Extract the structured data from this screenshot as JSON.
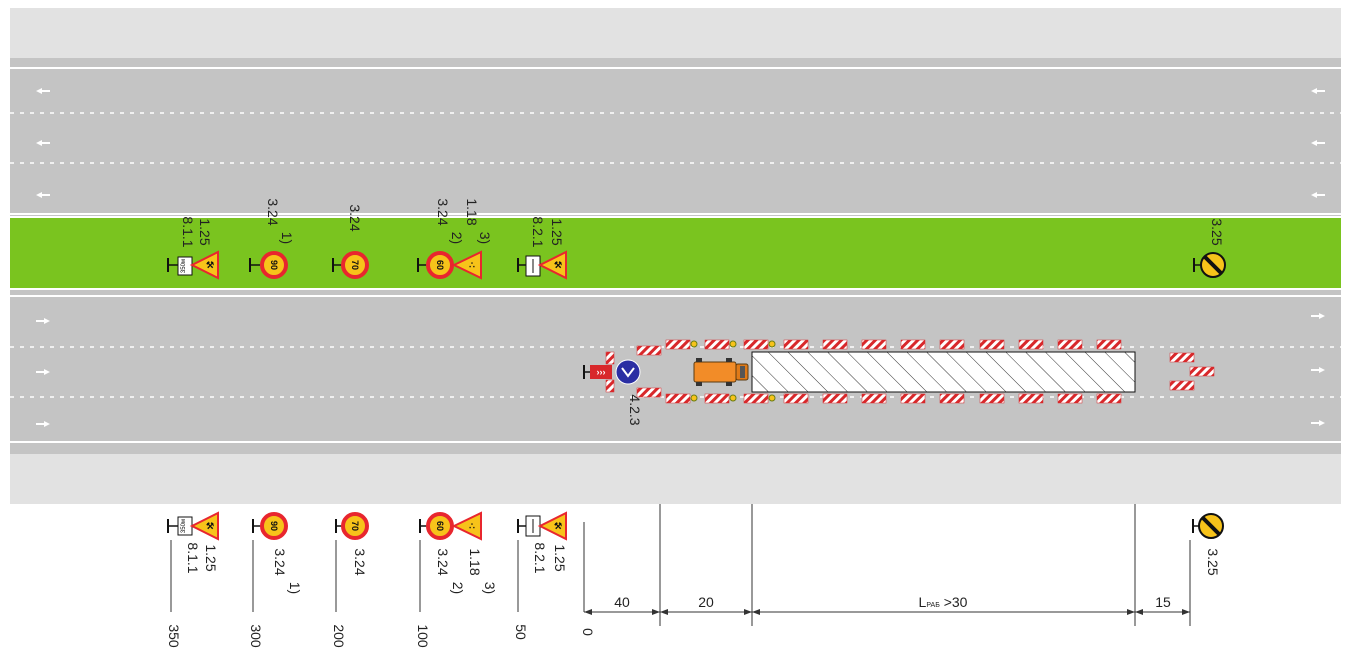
{
  "colors": {
    "road": "#c4c4c4",
    "shoulder": "#e2e2e2",
    "median": "#7ac41f",
    "sign_red": "#e8262e",
    "sign_yellow": "#f7c31a",
    "barrier_red": "#d8282b",
    "arrow_blue": "#2b2fa3",
    "vehicle_orange": "#f28c28"
  },
  "road_signs_median": [
    {
      "code": "1.25",
      "sub": "8.1.1",
      "plate_text": "350м"
    },
    {
      "code": "3.24",
      "sup": "1)",
      "speed": "90"
    },
    {
      "code": "3.24",
      "speed": "70"
    },
    {
      "code": "1.18",
      "sup": "3)",
      "sub": "3.24",
      "sub_sup": "2)",
      "speed": "60"
    },
    {
      "code": "1.25",
      "sub": "8.2.1"
    },
    {
      "code": "3.25"
    }
  ],
  "road_signs_bottom": [
    {
      "code": "1.25",
      "sub": "8.1.1",
      "plate_text": "350м"
    },
    {
      "code": "3.24",
      "sup": "1)",
      "speed": "90"
    },
    {
      "code": "3.24",
      "speed": "70"
    },
    {
      "code": "1.18",
      "sup": "3)",
      "sub": "3.24",
      "sub_sup": "2)",
      "speed": "60"
    },
    {
      "code": "1.25",
      "sub": "8.2.1"
    },
    {
      "code": "3.25"
    }
  ],
  "work_zone_sign": {
    "code": "4.2.3"
  },
  "distance_scale": [
    "350",
    "300",
    "200",
    "100",
    "50",
    "0"
  ],
  "dimensions": [
    {
      "label": "40"
    },
    {
      "label": "20"
    },
    {
      "label_main": "L",
      "label_sub": "РАБ",
      "label_tail": " >30"
    },
    {
      "label": "15"
    }
  ]
}
